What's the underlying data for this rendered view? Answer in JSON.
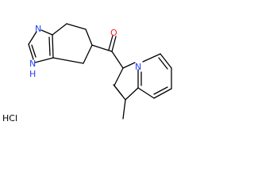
{
  "molecule": {
    "atom_labels": {
      "imidazole_n_top": "N",
      "imidazole_n_bottom": "N",
      "imidazole_h": "H",
      "carbonyl_o": "O",
      "indolizine_n": "N"
    },
    "salt_label": "HCl"
  },
  "colors": {
    "bond": "#000000",
    "nitrogen": "#1f3fff",
    "oxygen": "#ff1a1a",
    "background": "#ffffff"
  }
}
